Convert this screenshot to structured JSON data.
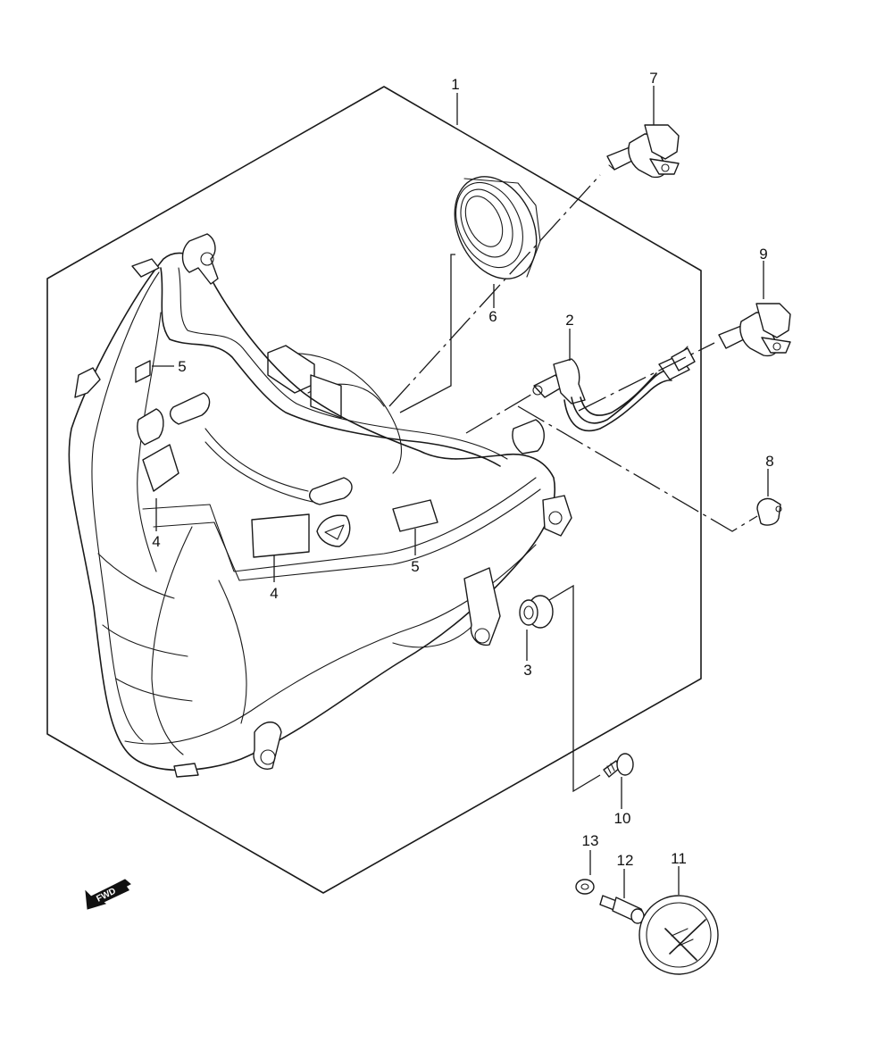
{
  "callouts": {
    "c1": "1",
    "c2": "2",
    "c3": "3",
    "c4a": "4",
    "c4b": "4",
    "c5a": "5",
    "c5b": "5",
    "c6": "6",
    "c7": "7",
    "c8": "8",
    "c9": "9",
    "c10": "10",
    "c11": "11",
    "c12": "12",
    "c13": "13"
  },
  "direction_arrow": {
    "label": "FWD",
    "icon": "fwd-arrow-icon"
  },
  "colors": {
    "line": "#1a1a1a",
    "background": "#ffffff"
  }
}
